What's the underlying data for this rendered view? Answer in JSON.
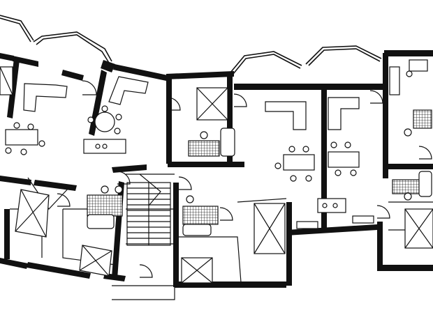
{
  "drawing": {
    "kind": "floor-plan",
    "background": "#ffffff",
    "ink": "#111111",
    "units": [
      "left-apartment",
      "center-apartment",
      "right-apartment",
      "far-right-apartment"
    ],
    "icons": [
      "door-swing-icon",
      "toilet-icon",
      "bathtub-icon",
      "sink-icon",
      "stove-icon",
      "sofa-icon",
      "table-icon",
      "bed-icon",
      "stair-icon"
    ]
  }
}
